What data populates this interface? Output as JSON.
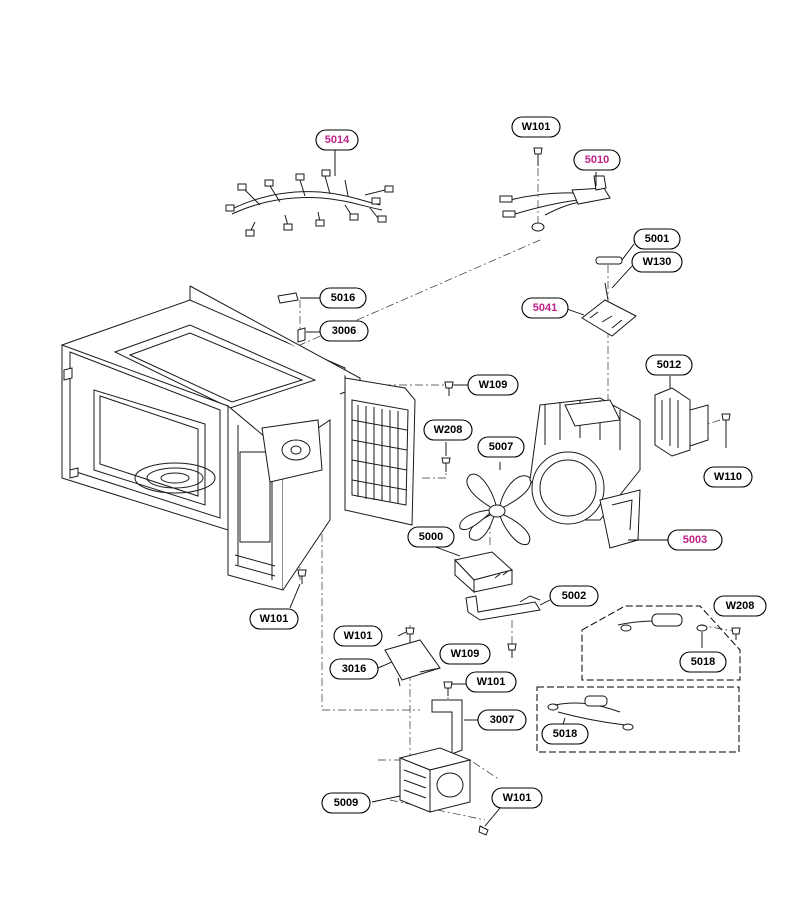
{
  "colors": {
    "highlight": "#c0208a",
    "normal": "#000000"
  },
  "labels": {
    "l5014": "5014",
    "l5010": "5010",
    "lW101_top": "W101",
    "l5001": "5001",
    "lW130": "W130",
    "l5041": "5041",
    "l5016": "5016",
    "l3006": "3006",
    "lW109_top": "W109",
    "l5012": "5012",
    "lW208_mid": "W208",
    "l5007": "5007",
    "lW110": "W110",
    "l5000": "5000",
    "l5003": "5003",
    "l5002": "5002",
    "lW208_right": "W208",
    "l5018_a": "5018",
    "lW101_left": "W101",
    "lW101_mid": "W101",
    "lW109_low": "W109",
    "l3016": "3016",
    "lW101_low": "W101",
    "l3007": "3007",
    "l5018_b": "5018",
    "l5009": "5009",
    "lW101_bottom": "W101"
  }
}
